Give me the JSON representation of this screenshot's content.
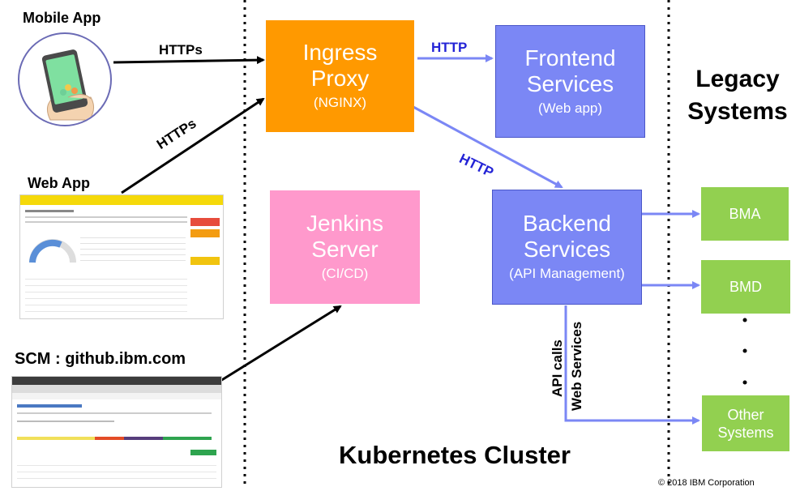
{
  "sources": {
    "mobile_app": "Mobile App",
    "web_app": "Web App",
    "scm": "SCM : github.ibm.com"
  },
  "connections": {
    "https_1": "HTTPs",
    "https_2": "HTTPs",
    "http_1": "HTTP",
    "http_2": "HTTP",
    "api_calls": "API calls",
    "web_services": "Web Services"
  },
  "services": {
    "ingress": {
      "title_line1": "Ingress",
      "title_line2": "Proxy",
      "sub": "(NGINX)",
      "color": "#ff9900"
    },
    "frontend": {
      "title_line1": "Frontend",
      "title_line2": "Services",
      "sub": "(Web app)",
      "color": "#7b87f5"
    },
    "jenkins": {
      "title_line1": "Jenkins",
      "title_line2": "Server",
      "sub": "(CI/CD)",
      "color": "#ff99cc"
    },
    "backend": {
      "title_line1": "Backend",
      "title_line2": "Services",
      "sub": "(API Management)",
      "color": "#7b87f5"
    }
  },
  "legacy": {
    "title_line1": "Legacy",
    "title_line2": "Systems",
    "items": {
      "bma": "BMA",
      "bmd": "BMD",
      "other_line1": "Other",
      "other_line2": "Systems"
    },
    "color": "#92d050"
  },
  "cluster_label": "Kubernetes Cluster",
  "copyright": "© 2018 IBM Corporation"
}
